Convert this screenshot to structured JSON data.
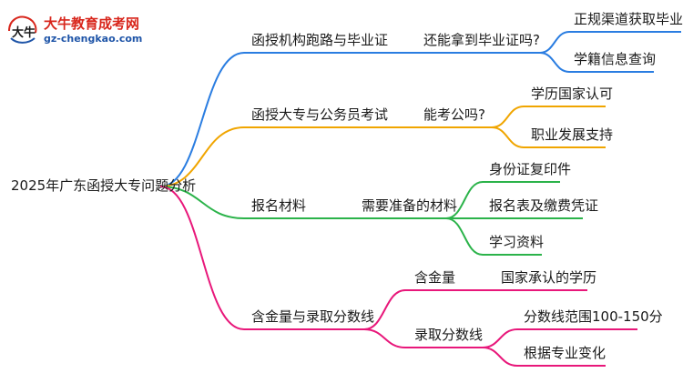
{
  "logo": {
    "title": "大牛教育成考网",
    "url": "gz-chengkao.com",
    "mark_text": "大牛"
  },
  "colors": {
    "branch1": "#2a7de1",
    "branch2": "#f0a500",
    "branch3": "#2bb34a",
    "branch4": "#e8177a"
  },
  "mindmap": {
    "root": "2025年广东函授大专问题分析",
    "branches": [
      {
        "label": "函授机构跑路与毕业证",
        "sub": {
          "label": "还能拿到毕业证吗?",
          "leaves": [
            "正规渠道获取毕业证",
            "学籍信息查询"
          ]
        }
      },
      {
        "label": "函授大专与公务员考试",
        "sub": {
          "label": "能考公吗?",
          "leaves": [
            "学历国家认可",
            "职业发展支持"
          ]
        }
      },
      {
        "label": "报名材料",
        "sub": {
          "label": "需要准备的材料",
          "leaves": [
            "身份证复印件",
            "报名表及缴费凭证",
            "学习资料"
          ]
        }
      },
      {
        "label": "含金量与录取分数线",
        "subs": [
          {
            "label": "含金量",
            "leaves": [
              "国家承认的学历"
            ]
          },
          {
            "label": "录取分数线",
            "leaves": [
              "分数线范围100-150分",
              "根据专业变化"
            ]
          }
        ]
      }
    ]
  }
}
